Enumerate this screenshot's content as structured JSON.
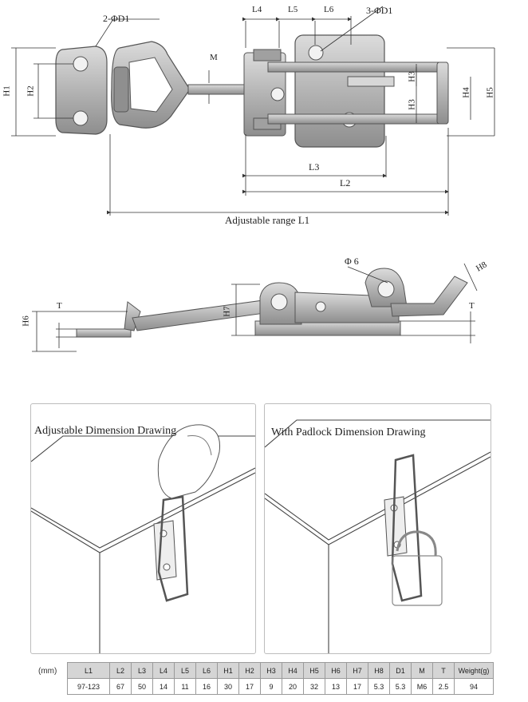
{
  "top_view": {
    "labels": {
      "d1_holes_2": "2-ΦD1",
      "d1_holes_3": "3-ΦD1",
      "l4": "L4",
      "l5": "L5",
      "l6": "L6",
      "m": "M",
      "h1": "H1",
      "h2": "H2",
      "h3_top": "H3",
      "h3_bottom": "H3",
      "h4": "H4",
      "h5": "H5",
      "l3": "L3",
      "l2": "L2",
      "l1": "Adjustable range L1"
    }
  },
  "side_view": {
    "labels": {
      "phi6": "Φ 6",
      "h8": "H8",
      "h6": "H6",
      "t_left": "T",
      "h7": "H7",
      "t_right": "T"
    }
  },
  "panels": {
    "left_title": "Adjustable Dimension Drawing",
    "right_title": "With Padlock Dimension Drawing"
  },
  "table": {
    "unit": "(mm)",
    "headers": [
      "L1",
      "L2",
      "L3",
      "L4",
      "L5",
      "L6",
      "H1",
      "H2",
      "H3",
      "H4",
      "H5",
      "H6",
      "H7",
      "H8",
      "D1",
      "M",
      "T",
      "Weight(g)"
    ],
    "values": [
      "97-123",
      "67",
      "50",
      "14",
      "11",
      "16",
      "30",
      "17",
      "9",
      "20",
      "32",
      "13",
      "17",
      "5.3",
      "5.3",
      "M6",
      "2.5",
      "94"
    ]
  },
  "colors": {
    "metal_fill": "#b9b9b9",
    "metal_dark": "#7a7a7a",
    "line": "#333333",
    "table_header": "#d5d5d5"
  }
}
